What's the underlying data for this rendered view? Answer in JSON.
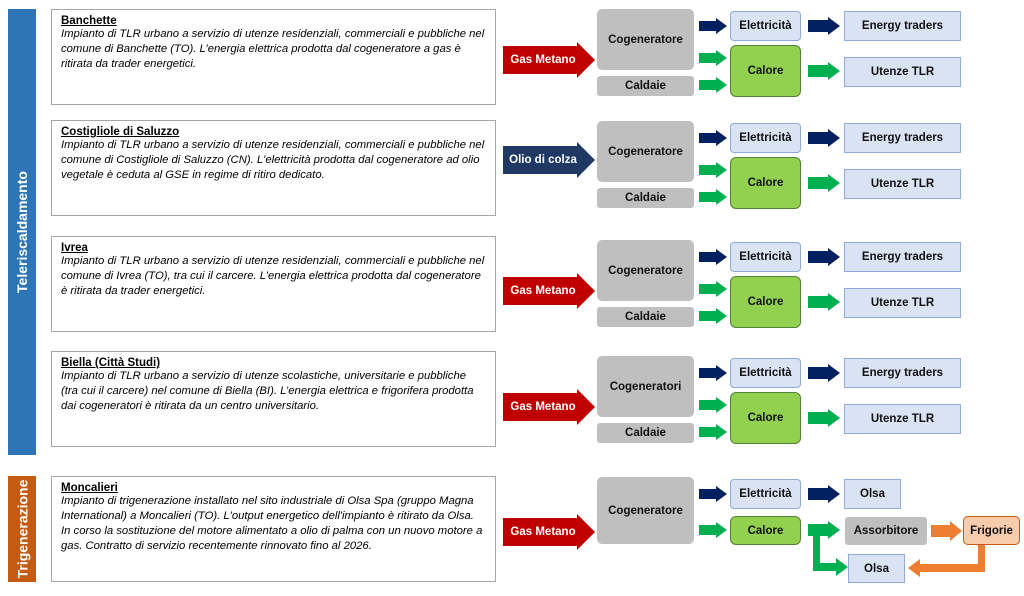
{
  "sections": {
    "teleriscaldamento": "Teleriscaldamento",
    "trigenerazione": "Trigenerazione"
  },
  "rows": [
    {
      "title": "Banchette",
      "description": "Impianto di TLR urbano a servizio di utenze residenziali, commerciali e pubbliche nel comune di Banchette (TO). L’energia elettrica prodotta dal cogeneratore a gas è ritirata da trader energetici.",
      "fuel": "Gas Metano",
      "generator": "Cogeneratore",
      "boiler": "Caldaie",
      "electricity": "Elettricità",
      "heat": "Calore",
      "electricity_user": "Energy traders",
      "heat_user": "Utenze TLR"
    },
    {
      "title": "Costigliole di Saluzzo",
      "description": "Impianto di TLR urbano a servizio di utenze residenziali, commerciali e pubbliche nel comune di Costigliole di Saluzzo (CN). L'elettricità prodotta dal cogeneratore ad olio vegetale è ceduta al GSE in regime di ritiro dedicato.",
      "fuel": "Olio di colza",
      "generator": "Cogeneratore",
      "boiler": "Caldaie",
      "electricity": "Elettricità",
      "heat": "Calore",
      "electricity_user": "Energy traders",
      "heat_user": "Utenze TLR"
    },
    {
      "title": "Ivrea",
      "description": "Impianto di TLR urbano a  servizio di utenze residenziali, commerciali e pubbliche nel comune di Ivrea (TO), tra cui il carcere. L’energia elettrica prodotta dal cogeneratore è ritirata da trader energetici.",
      "fuel": "Gas Metano",
      "generator": "Cogeneratore",
      "boiler": "Caldaie",
      "electricity": "Elettricità",
      "heat": "Calore",
      "electricity_user": "Energy traders",
      "heat_user": "Utenze TLR"
    },
    {
      "title": "Biella (Città Studi)",
      "description": "Impianto di TLR urbano a  servizio di utenze scolastiche, universitarie e pubbliche (tra cui il carcere) nel comune di Biella (BI). L’energia elettrica e frigorifera prodotta dai cogeneratori è ritirata da un centro universitario.",
      "fuel": "Gas Metano",
      "generator": "Cogeneratori",
      "boiler": "Caldaie",
      "electricity": "Elettricità",
      "heat": "Calore",
      "electricity_user": "Energy traders",
      "heat_user": "Utenze TLR"
    }
  ],
  "trigen": {
    "title": "Moncalieri",
    "description": "Impianto di trigenerazione installato nel sito industriale di Olsa Spa (gruppo Magna International) a Moncalieri (TO). L'output energetico dell'impianto è ritirato da Olsa.  In corso la sostituzione del motore alimentato a olio di palma con un nuovo motore a gas. Contratto di servizio recentemente rinnovato fino al 2026.",
    "fuel": "Gas Metano",
    "generator": "Cogeneratore",
    "electricity": "Elettricità",
    "heat": "Calore",
    "electricity_user": "Olsa",
    "absorber": "Assorbitore",
    "cooling": "Frigorie",
    "heat_user": "Olsa"
  },
  "colors": {
    "teleriscaldamento_bar": "#2e75b6",
    "trigenerazione_bar": "#c55a11",
    "gas_arrow": "#c00000",
    "oil_arrow": "#1f3864",
    "elec_arrow": "#002060",
    "heat_arrow": "#00b050",
    "cold_arrow": "#ed7d31"
  }
}
